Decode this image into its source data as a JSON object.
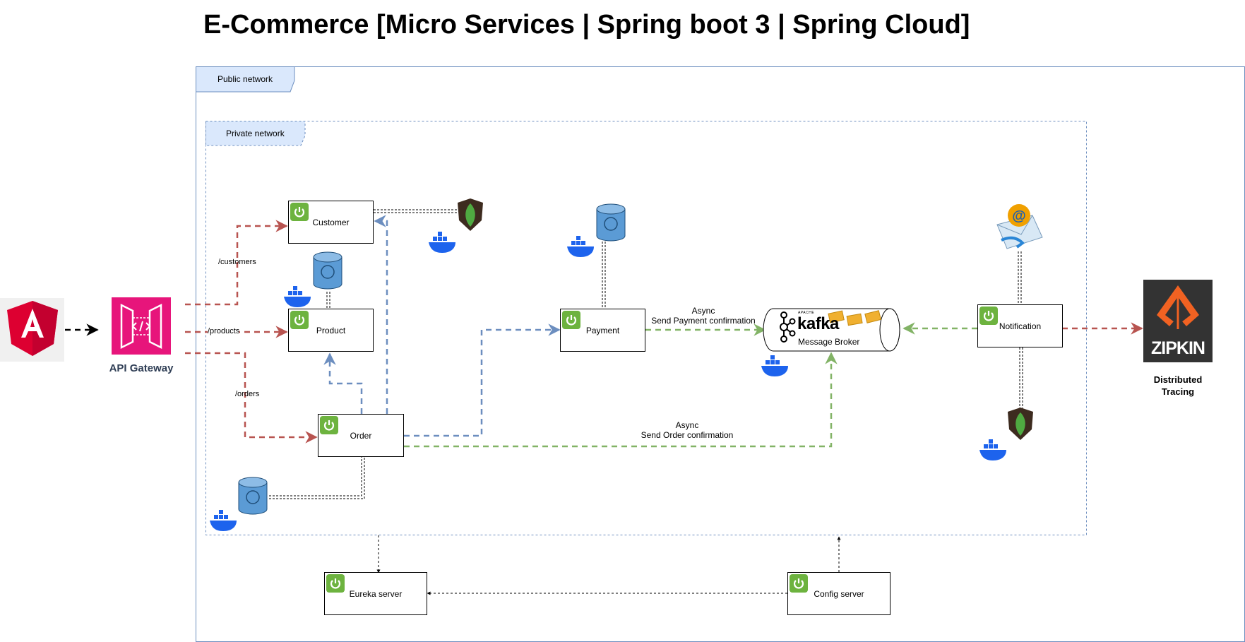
{
  "title": "E-Commerce [Micro Services | Spring boot 3 | Spring Cloud]",
  "networks": {
    "public_label": "Public network",
    "private_label": "Private network"
  },
  "gateway": {
    "label": "API Gateway"
  },
  "routes": {
    "customers": "/customers",
    "products": "/products",
    "orders": "/orders"
  },
  "services": {
    "customer": "Customer",
    "product": "Product",
    "order": "Order",
    "payment": "Payment",
    "notification": "Notification",
    "eureka": "Eureka server",
    "config": "Config server"
  },
  "edges": {
    "payment_async_line1": "Async",
    "payment_async_line2": "Send Payment confirmation",
    "order_async_line1": "Async",
    "order_async_line2": "Send Order confirmation"
  },
  "broker": {
    "label": "Message Broker",
    "brand": "kafka",
    "vendor": "APACHE"
  },
  "tracing": {
    "brand": "ZIPKIN",
    "caption": "Distributed Tracing"
  },
  "icons": {
    "client": "angular-icon",
    "gateway": "api-gateway-icon",
    "spring": "spring-boot-icon",
    "postgres": "postgresql-icon",
    "mongo": "mongodb-icon",
    "docker": "docker-icon",
    "email": "email-icon",
    "kafka": "kafka-icon",
    "zipkin": "zipkin-icon"
  },
  "colors": {
    "sync_route": "#b85450",
    "sync_call": "#6c8ebf",
    "async": "#82b366",
    "public_border": "#6c8ebf",
    "label_fill": "#dae8fc",
    "spring": "#6db33f",
    "docker": "#1d63ed",
    "angular": "#dd0031",
    "gateway": "#e7157b",
    "zipkin_bg": "#333333",
    "zipkin_accent": "#f16222"
  }
}
